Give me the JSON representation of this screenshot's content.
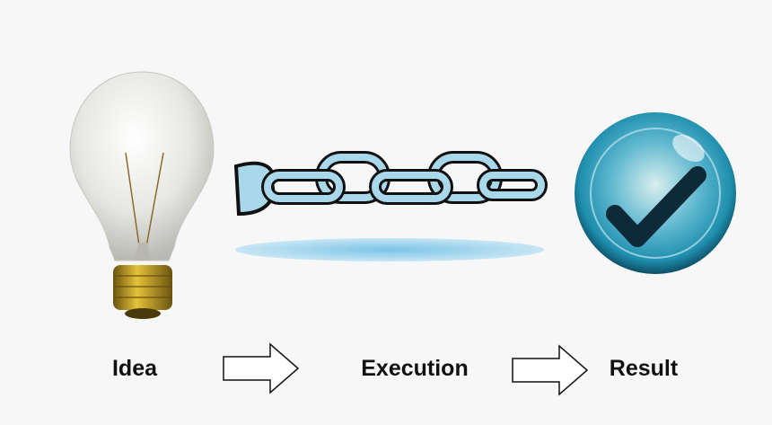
{
  "steps": [
    {
      "label": "Idea",
      "icon": "lightbulb-icon"
    },
    {
      "label": "Execution",
      "icon": "chain-icon"
    },
    {
      "label": "Result",
      "icon": "checkmark-circle-icon"
    }
  ],
  "arrows": [
    "right-arrow-icon",
    "right-arrow-icon"
  ],
  "colors": {
    "background": "#f7f7f7",
    "chain": "#a9d8ea",
    "check_button": "#1f8fae",
    "checkmark": "#0e2a38",
    "bulb_base": "#c9a21a"
  }
}
